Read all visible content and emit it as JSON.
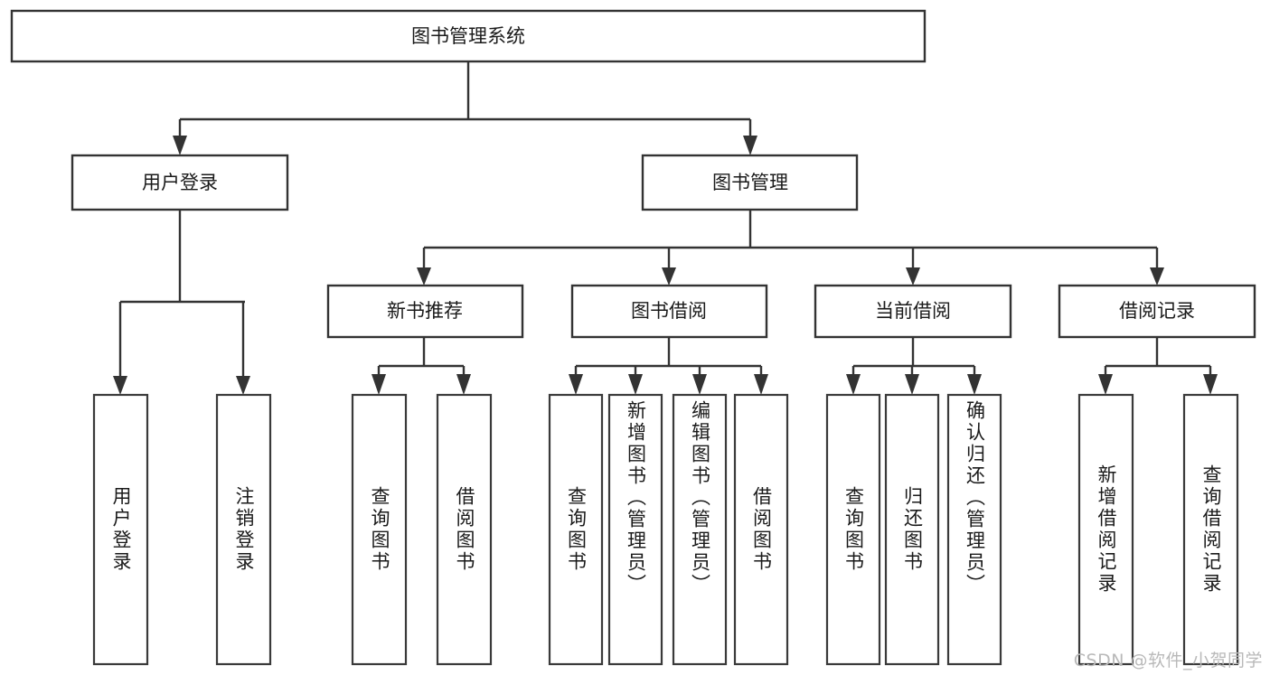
{
  "diagram": {
    "title": "图书管理系统",
    "type": "tree-hierarchy",
    "root": {
      "label": "图书管理系统"
    },
    "level2": [
      {
        "label": "用户登录"
      },
      {
        "label": "图书管理"
      }
    ],
    "level3": [
      {
        "label": "新书推荐"
      },
      {
        "label": "图书借阅"
      },
      {
        "label": "当前借阅"
      },
      {
        "label": "借阅记录"
      }
    ],
    "leaves": {
      "user_login": [
        {
          "label": "用户登录"
        },
        {
          "label": "注销登录"
        }
      ],
      "new_book_recommend": [
        {
          "label": "查询图书"
        },
        {
          "label": "借阅图书"
        }
      ],
      "book_borrow": [
        {
          "label": "查询图书"
        },
        {
          "label": "新增图书（管理员）"
        },
        {
          "label": "编辑图书（管理员）"
        },
        {
          "label": "借阅图书"
        }
      ],
      "current_borrow": [
        {
          "label": "查询图书"
        },
        {
          "label": "归还图书"
        },
        {
          "label": "确认归还（管理员）"
        }
      ],
      "borrow_record": [
        {
          "label": "新增借阅记录"
        },
        {
          "label": "查询借阅记录"
        }
      ]
    }
  },
  "watermark": {
    "text": "CSDN @软件_小贺同学"
  },
  "colors": {
    "background": "#ffffff",
    "box_fill": "#ffffff",
    "box_stroke": "#333333",
    "text": "#1a1a1a",
    "watermark": "#b9b9b9"
  }
}
